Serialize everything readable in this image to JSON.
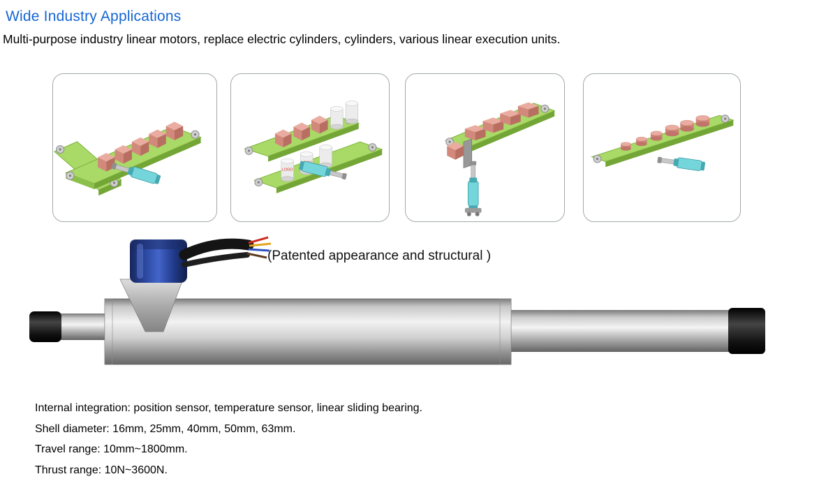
{
  "header": {
    "title": "Wide Industry Applications",
    "subtitle": "Multi-purpose industry linear motors, replace electric cylinders, cylinders, various linear execution units."
  },
  "gallery": {
    "logo_label": "LOGO",
    "panels": [
      {
        "name": "conveyor-junction-with-boxes-and-linear-actuator"
      },
      {
        "name": "dual-conveyors-with-cylinders-boxes-and-linear-actuator"
      },
      {
        "name": "inclined-conveyor-with-vertical-linear-actuator"
      },
      {
        "name": "long-conveyor-with-round-parts-and-linear-actuator"
      }
    ]
  },
  "product": {
    "patent_note": "(Patented appearance and structural )"
  },
  "specs": [
    "Internal integration: position sensor, temperature sensor, linear sliding bearing.",
    "Shell diameter: 16mm, 25mm, 40mm, 50mm, 63mm.",
    "Travel range: 10mm~1800mm.",
    "Thrust range: 10N~3600N."
  ],
  "colors": {
    "title_blue": "#1566d4",
    "conveyor_green": "#a9d966",
    "part_pink": "#d2897c",
    "actuator_teal": "#74d6da",
    "motor_blue": "#31509f"
  }
}
